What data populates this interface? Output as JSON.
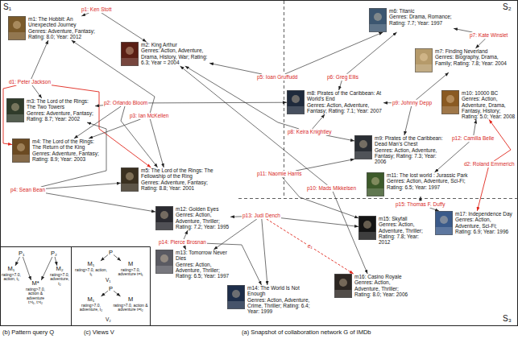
{
  "diagram": {
    "nodes": [
      {
        "text": [
          "m1: The Hobbit: An Unexpected Journey",
          "Genres: Adventure, Fantasy; Rating: 8.0; Year: 2012"
        ]
      },
      {
        "text": [
          "m2: King Arthur",
          "Genres: Action, Adventure, Drama, History, War; Rating: 6.3; Year = 2004"
        ]
      },
      {
        "text": [
          "m3: The Lord of the Rings: The Two Towers",
          "Genres: Adventure, Fantasy; Rating: 8.7; Year: 2002"
        ]
      },
      {
        "text": [
          "m4: The Lord of the Rings: The Return of the King",
          "Genres: Adventure, Fantasy; Rating: 8.9; Year: 2003"
        ]
      },
      {
        "text": [
          "m5: The Lord of the Rings: The Fellowship of the Ring",
          "Genres: Adventure, Fantasy; Rating: 8.8; Year: 2001"
        ]
      },
      {
        "text": [
          "m6: Titanic",
          "Genres: Drama, Romance; Rating: 7.7; Year: 1997"
        ]
      },
      {
        "text": [
          "m7: Finding Neverland",
          "Genres: Biography, Drama, Family; Rating: 7.8; Year: 2004"
        ]
      },
      {
        "text": [
          "m8: Pirates of the Caribbean: At World's End",
          "Genres: Action, Adventure, Fantasy; Rating: 7.1; Year: 2007"
        ]
      },
      {
        "text": [
          "m9: Pirates of the Caribbean: Dead Man's Chest",
          "Genres: Action, Adventure, Fantasy; Rating: 7.3; Year: 2006"
        ]
      },
      {
        "text": [
          "m10: 10000 BC",
          "Genres: Action, Adventure, Drama, Fantasy, History; Rating: 5.0; Year: 2008"
        ]
      },
      {
        "text": [
          "m11: The lost world : Jurassic Park",
          "Genres: Action, Adventure, Sci-Fi; Rating: 6.5; Year: 1997"
        ]
      },
      {
        "text": [
          "m12: Golden Eyes",
          "Genres: Action, Adventure, Thriller; Rating: 7.2; Year: 1995"
        ]
      },
      {
        "text": [
          "m13: Tomorrow Never Dies",
          "Genres: Action, Adventure, Thriller; Rating: 6.5; Year: 1997"
        ]
      },
      {
        "text": [
          "m14: The World Is Not Enough",
          "Genres: Action, Adventure, Crime, Thriller; Rating: 6.4; Year: 1999"
        ]
      },
      {
        "text": [
          "m15: Skyfall",
          "Genres: Action, Adventure, Thriller; Rating: 7.8; Year: 2012"
        ]
      },
      {
        "text": [
          "m16: Casino Royale",
          "Genres: Action, Adventure, Thriller; Rating: 8.0; Year: 2006"
        ]
      },
      {
        "text": [
          "m17: Independence Day",
          "Genres: Action, Adventure, Sci-Fi; Rating: 6.9; Year: 1996"
        ]
      },
      {
        "text": [
          "p1: Ken Stott"
        ]
      },
      {
        "text": [
          "d1: Peter Jackson"
        ]
      },
      {
        "text": [
          "p2: Orlando Bloom"
        ]
      },
      {
        "text": [
          "p3: Ian McKellen"
        ]
      },
      {
        "text": [
          "p4: Sean Bean"
        ]
      },
      {
        "text": [
          "p5: Ioan Gruffudd"
        ]
      },
      {
        "text": [
          "p6: Greg Ellis"
        ]
      },
      {
        "text": [
          "p7: Kate Winslet"
        ]
      },
      {
        "text": [
          "p8: Keira Knightley"
        ]
      },
      {
        "text": [
          "p9: Johnny Depp"
        ]
      },
      {
        "text": [
          "p10: Mads Mikkelsen"
        ]
      },
      {
        "text": [
          "p11: Naomie Harris"
        ]
      },
      {
        "text": [
          "p12: Camilla Belle"
        ]
      },
      {
        "text": [
          "d2: Roland Emmerich"
        ]
      },
      {
        "text": [
          "p13: Judi Dench"
        ]
      },
      {
        "text": [
          "p14: Pierce Brosnan"
        ]
      },
      {
        "text": [
          "p15: Thomas F. Duffy"
        ]
      },
      {
        "text": [
          "P₁"
        ]
      },
      {
        "text": [
          "P₂"
        ]
      },
      {
        "text": [
          "M₁",
          "rating>7.0, action, t₁"
        ]
      },
      {
        "text": [
          "M*",
          "rating>7.0, action & adventure t>t₁, t>t₂"
        ]
      },
      {
        "text": [
          "M₂",
          "rating>7.0, adventure, t₂"
        ]
      },
      {
        "text": [
          "P"
        ]
      },
      {
        "text": [
          "M₁",
          "rating>7.0, action, t₁"
        ]
      },
      {
        "text": [
          "M",
          "rating>7.0, adventure t=t₁"
        ]
      },
      {
        "text": [
          "P"
        ]
      },
      {
        "text": [
          "M₁",
          "rating>7.0, adventure, t₂"
        ]
      },
      {
        "text": [
          "M",
          "rating>7.0, action & adventure t=t₂"
        ]
      }
    ],
    "edges": [
      {
        "from": 17,
        "to": 0,
        "arrow": "to"
      },
      {
        "from": 17,
        "to": 1,
        "arrow": "to"
      },
      {
        "from": 18,
        "to": 0,
        "arrow": "to"
      },
      {
        "from": 18,
        "to": 2,
        "arrow": "to"
      },
      {
        "from": 18,
        "to": 3,
        "arrow": "to"
      },
      {
        "from": 18,
        "to": 4,
        "arrow": "to"
      },
      {
        "from": 19,
        "to": 2,
        "arrow": "to"
      },
      {
        "from": 19,
        "to": 3,
        "arrow": "to"
      },
      {
        "from": 19,
        "to": 4,
        "arrow": "to"
      },
      {
        "from": 19,
        "to": 7,
        "arrow": "to"
      },
      {
        "from": 20,
        "to": 0,
        "arrow": "to"
      },
      {
        "from": 20,
        "to": 3,
        "arrow": "to"
      },
      {
        "from": 20,
        "to": 4,
        "arrow": "to"
      },
      {
        "from": 21,
        "to": 2,
        "arrow": "to"
      },
      {
        "from": 21,
        "to": 4,
        "arrow": "to"
      },
      {
        "from": 21,
        "to": 11,
        "arrow": "to"
      },
      {
        "from": 22,
        "to": 1,
        "arrow": "to"
      },
      {
        "from": 22,
        "to": 5,
        "arrow": "to"
      },
      {
        "from": 23,
        "to": 5,
        "arrow": "to"
      },
      {
        "from": 23,
        "to": 7,
        "arrow": "to"
      },
      {
        "from": 24,
        "to": 5,
        "arrow": "to"
      },
      {
        "from": 24,
        "to": 6,
        "arrow": "to"
      },
      {
        "from": 25,
        "to": 1,
        "arrow": "to"
      },
      {
        "from": 25,
        "to": 7,
        "arrow": "to"
      },
      {
        "from": 25,
        "to": 8,
        "arrow": "to"
      },
      {
        "from": 26,
        "to": 6,
        "arrow": "to"
      },
      {
        "from": 26,
        "to": 7,
        "arrow": "to"
      },
      {
        "from": 26,
        "to": 8,
        "arrow": "to"
      },
      {
        "from": 27,
        "to": 1,
        "arrow": "to"
      },
      {
        "from": 27,
        "to": 15,
        "arrow": "to"
      },
      {
        "from": 28,
        "to": 8,
        "arrow": "to"
      },
      {
        "from": 28,
        "to": 14,
        "arrow": "to"
      },
      {
        "from": 29,
        "to": 9,
        "arrow": "to"
      },
      {
        "from": 29,
        "to": 10,
        "arrow": "to"
      },
      {
        "from": 30,
        "to": 9,
        "arrow": "to"
      },
      {
        "from": 30,
        "to": 16,
        "arrow": "to"
      },
      {
        "from": 31,
        "to": 11,
        "arrow": "to"
      },
      {
        "from": 31,
        "to": 12,
        "arrow": "to"
      },
      {
        "from": 31,
        "to": 13,
        "arrow": "to"
      },
      {
        "from": 31,
        "to": 14,
        "arrow": "to"
      },
      {
        "from": 31,
        "to": 15,
        "arrow": "to",
        "label": "e₁"
      },
      {
        "from": 32,
        "to": 11,
        "arrow": "to"
      },
      {
        "from": 32,
        "to": 12,
        "arrow": "to"
      },
      {
        "from": 32,
        "to": 13,
        "arrow": "to"
      },
      {
        "from": 33,
        "to": 10,
        "arrow": "to"
      },
      {
        "from": 33,
        "to": 16,
        "arrow": "to"
      },
      {
        "from": 34,
        "to": 36,
        "arrow": "to"
      },
      {
        "from": 34,
        "to": 37,
        "arrow": "to"
      },
      {
        "from": 35,
        "to": 38,
        "arrow": "to"
      },
      {
        "from": 35,
        "to": 37,
        "arrow": "to"
      },
      {
        "from": 39,
        "to": 40,
        "arrow": "to"
      },
      {
        "from": 39,
        "to": 41,
        "arrow": "to"
      },
      {
        "from": 42,
        "to": 43,
        "arrow": "to"
      },
      {
        "from": 42,
        "to": 44,
        "arrow": "to"
      }
    ],
    "labels": [
      "S₁",
      "S₂",
      "S₃",
      "V₁",
      "V₂",
      "(b) Pattern query Q",
      "(c) Views V",
      "(a) Snapshot of collaboration network G of IMDb"
    ]
  }
}
